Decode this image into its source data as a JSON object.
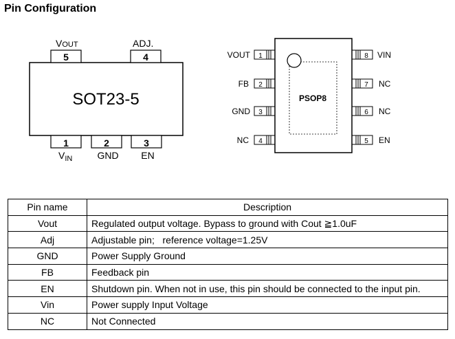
{
  "section_title": "Pin Configuration",
  "sot": {
    "package_label": "SOT23-5",
    "top_pins": [
      {
        "number": "5",
        "name_main": "V",
        "name_sub": "OUT"
      },
      {
        "number": "4",
        "name_main": "ADJ.",
        "name_sub": ""
      }
    ],
    "bottom_pins": [
      {
        "number": "1",
        "name_main": "V",
        "name_sub": "IN"
      },
      {
        "number": "2",
        "name_main": "GND",
        "name_sub": ""
      },
      {
        "number": "3",
        "name_main": "EN",
        "name_sub": ""
      }
    ]
  },
  "psop": {
    "package_label": "PSOP8",
    "left_pins": [
      {
        "number": "1",
        "name": "VOUT"
      },
      {
        "number": "2",
        "name": "FB"
      },
      {
        "number": "3",
        "name": "GND"
      },
      {
        "number": "4",
        "name": "NC"
      }
    ],
    "right_pins": [
      {
        "number": "8",
        "name": "VIN"
      },
      {
        "number": "7",
        "name": "NC"
      },
      {
        "number": "6",
        "name": "NC"
      },
      {
        "number": "5",
        "name": "EN"
      }
    ]
  },
  "table": {
    "headers": [
      "Pin name",
      "Description"
    ],
    "rows": [
      {
        "name": "Vout",
        "desc": "Regulated output voltage. Bypass to ground with Cout ≧1.0uF"
      },
      {
        "name": "Adj",
        "desc": "Adjustable pin;   reference voltage=1.25V"
      },
      {
        "name": "GND",
        "desc": "Power Supply Ground"
      },
      {
        "name": "FB",
        "desc": "Feedback pin"
      },
      {
        "name": "EN",
        "desc": "Shutdown pin. When not in use, this pin should be connected to the input pin."
      },
      {
        "name": "Vin",
        "desc": "Power supply Input Voltage"
      },
      {
        "name": "NC",
        "desc": "Not Connected"
      }
    ]
  }
}
